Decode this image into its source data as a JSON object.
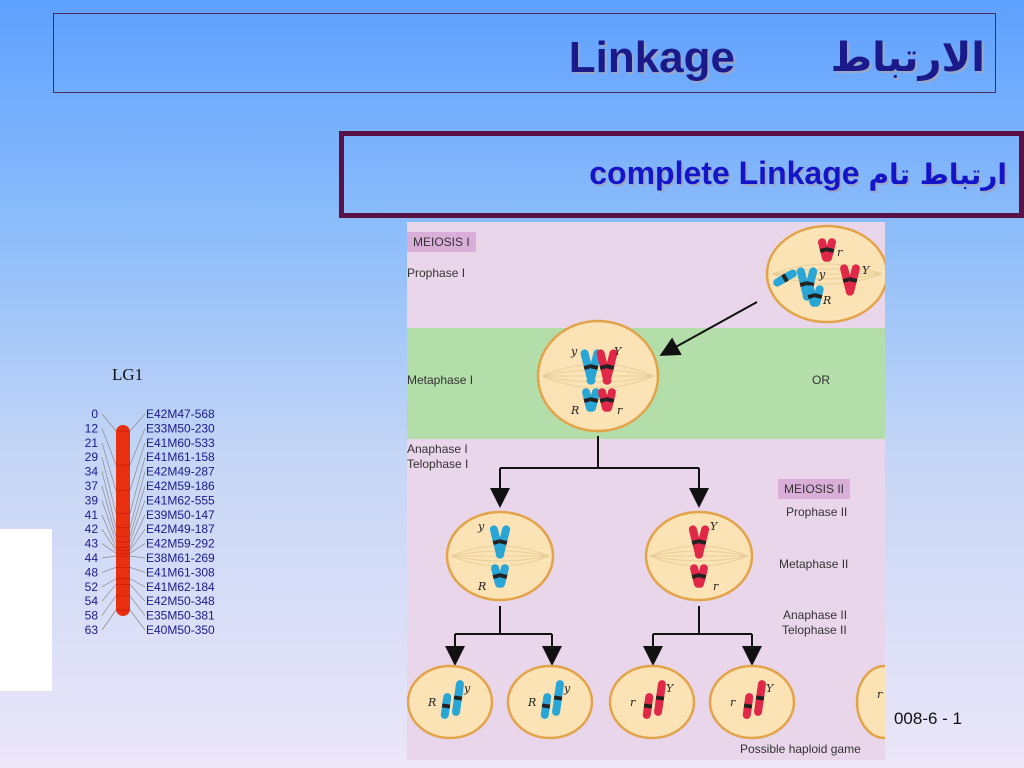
{
  "title": {
    "arabic": "الارتباط",
    "english": "Linkage"
  },
  "subtitle": {
    "english": "complete Linkage",
    "arabic": "ارتباط تام"
  },
  "linkage_map": {
    "group": "LG1",
    "positions": [
      "0",
      "12",
      "21",
      "29",
      "34",
      "37",
      "39",
      "41",
      "42",
      "43",
      "44",
      "48",
      "52",
      "54",
      "58",
      "63"
    ],
    "markers": [
      "E42M47-568",
      "E33M50-230",
      "E41M60-533",
      "E41M61-158",
      "E42M49-287",
      "E42M59-186",
      "E41M62-555",
      "E39M50-147",
      "E42M49-187",
      "E42M59-292",
      "E38M61-269",
      "E41M61-308",
      "E41M62-184",
      "E42M50-348",
      "E35M50-381",
      "E40M50-350"
    ],
    "colors": {
      "chromosome": "#e83010",
      "text": "#1a1a8a",
      "lines": "#8a8a8a"
    }
  },
  "diagram": {
    "meiosis1": "MEIOSIS I",
    "prophase1": "Prophase I",
    "metaphase1": "Metaphase I",
    "or": "OR",
    "anaphase1": "Anaphase I",
    "telophase1": "Telophase I",
    "meiosis2": "MEIOSIS II",
    "prophase2": "Prophase II",
    "metaphase2": "Metaphase II",
    "anaphase2": "Anaphase II",
    "telophase2": "Telophase II",
    "haploid": "Possible haploid game",
    "alleles": {
      "y_small": "y",
      "y_big": "Y",
      "r_small": "r",
      "r_big": "R"
    },
    "colors": {
      "blue_chrom": "#2aa6d6",
      "red_chrom": "#e02848",
      "cell_fill": "#fbe3b6",
      "cell_stroke": "#e3a34a",
      "arrow": "#111111"
    }
  },
  "footer": "008-6 - 1"
}
